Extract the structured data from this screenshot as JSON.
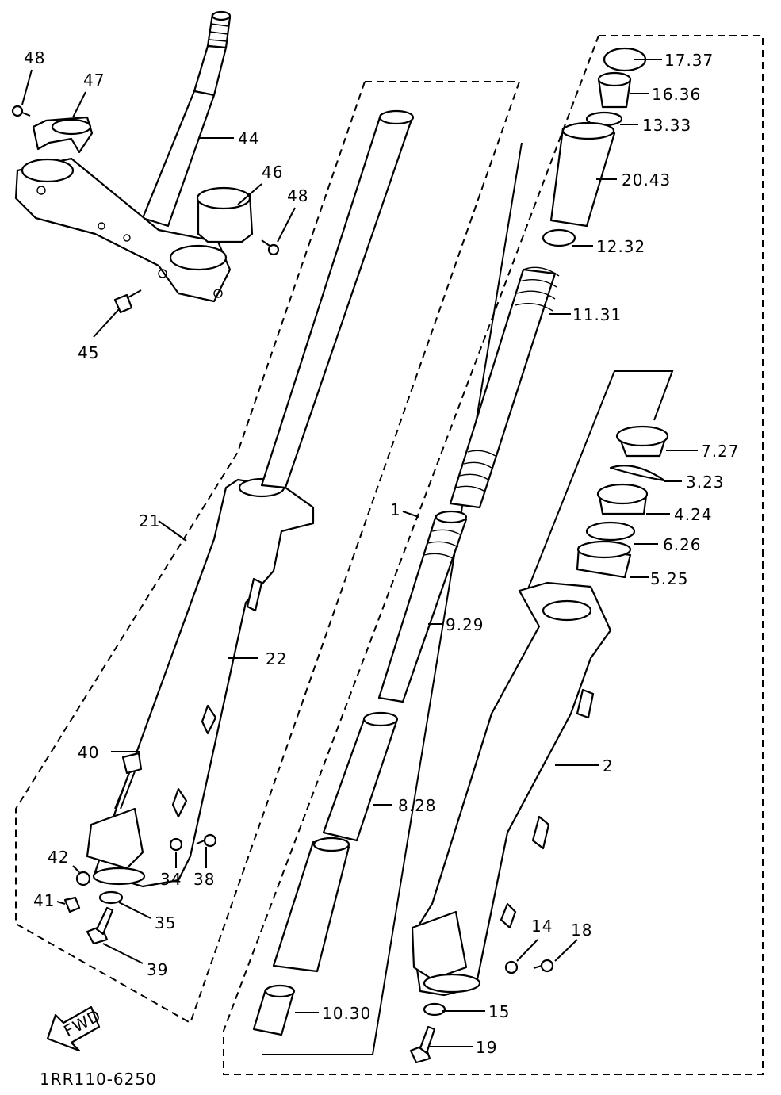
{
  "diagram": {
    "code": "1RR110-6250",
    "fwd_label": "FWD",
    "callouts": {
      "c1": "1",
      "c2": "2",
      "c3_23": "3.23",
      "c4_24": "4.24",
      "c5_25": "5.25",
      "c6_26": "6.26",
      "c7_27": "7.27",
      "c8_28": "8.28",
      "c9_29": "9.29",
      "c10_30": "10.30",
      "c11_31": "11.31",
      "c12_32": "12.32",
      "c13_33": "13.33",
      "c14": "14",
      "c15": "15",
      "c16_36": "16.36",
      "c17_37": "17.37",
      "c18": "18",
      "c19": "19",
      "c20_43": "20.43",
      "c21": "21",
      "c22": "22",
      "c34": "34",
      "c35": "35",
      "c38": "38",
      "c39": "39",
      "c40": "40",
      "c41": "41",
      "c42": "42",
      "c44": "44",
      "c45": "45",
      "c46": "46",
      "c47": "47",
      "c48a": "48",
      "c48b": "48"
    }
  }
}
